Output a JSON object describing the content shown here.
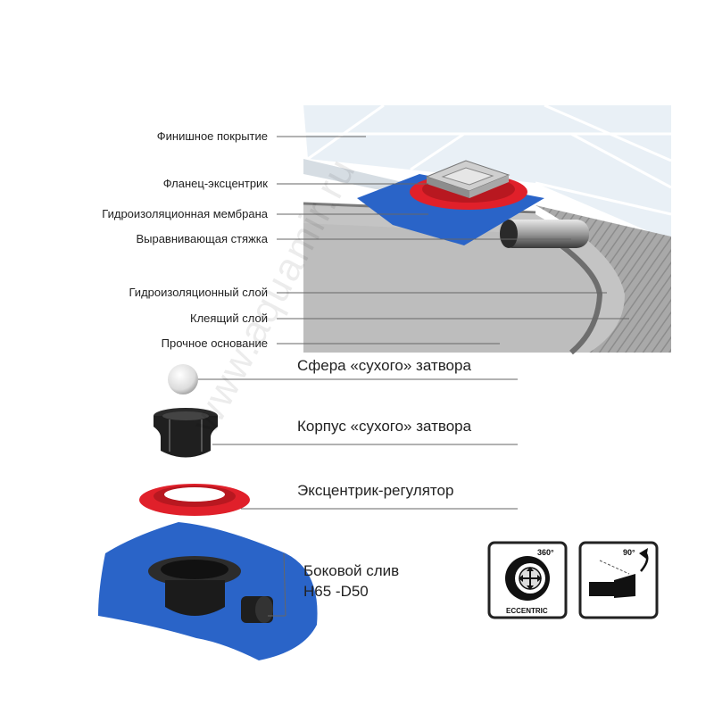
{
  "labels": {
    "finish": "Финишное покрытие",
    "flange": "Фланец-эксцентрик",
    "membrane": "Гидроизоляционная мембрана",
    "screed": "Выравнивающая стяжка",
    "waterproof": "Гидроизоляционный слой",
    "adhesive": "Клеящий слой",
    "base": "Прочное основание"
  },
  "parts": {
    "sphere": "Сфера «сухого» затвора",
    "body": "Корпус «сухого» затвора",
    "eccentric": "Эксцентрик-регулятор",
    "drain_line1": "Боковой слив",
    "drain_line2": "H65 -D50"
  },
  "badges": {
    "eccentric_angle": "360°",
    "eccentric_text": "ECCENTRIC",
    "tilt_angle": "90°"
  },
  "watermark": "www.aquamir.ru",
  "colors": {
    "membrane_blue": "#2a64c8",
    "rubber_red": "#e0202a",
    "concrete": "#b8b8b8",
    "tile": "#e9f0f6",
    "dark_rubber": "#1e1e1e"
  }
}
